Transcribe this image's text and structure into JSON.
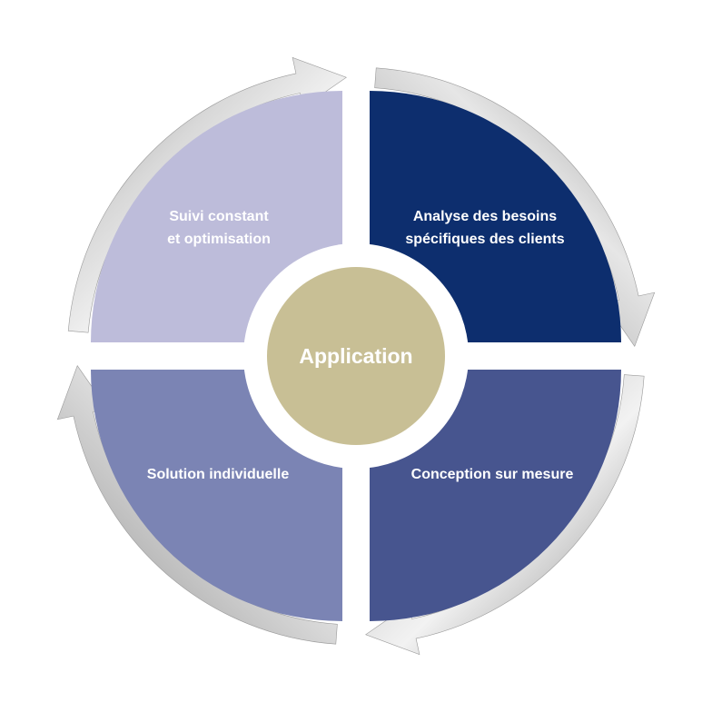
{
  "center": {
    "label": "Application",
    "color": "#C8BF95"
  },
  "quadrants": {
    "top_left": {
      "line1": "Suivi constant",
      "line2": "et optimisation",
      "color": "#BDBCDA"
    },
    "top_right": {
      "line1": "Analyse des besoins",
      "line2": "spécifiques des clients",
      "color": "#0D2E6E"
    },
    "bottom_right": {
      "line1": "Conception sur mesure",
      "color": "#47558F"
    },
    "bottom_left": {
      "line1": "Solution individuelle",
      "color": "#7B84B4"
    }
  },
  "arrows": {
    "color": "#A8A8A8",
    "direction": "clockwise",
    "icon": "cycle-arrow-icon"
  }
}
